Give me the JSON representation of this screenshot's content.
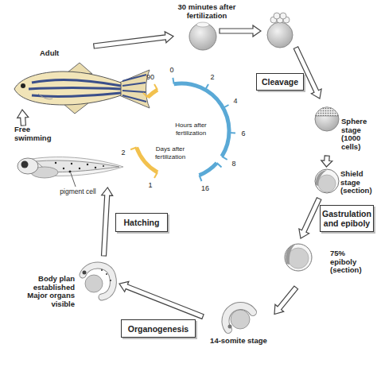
{
  "diagram": {
    "nodes": [
      {
        "text": [
          "Adult"
        ]
      },
      {
        "text": [
          "30 minutes after fertilization"
        ]
      },
      {
        "text": [
          "Cleavage"
        ]
      },
      {
        "text": [
          "Sphere stage (1000 cells)"
        ]
      },
      {
        "text": [
          "Shield stage (section)"
        ]
      },
      {
        "text": [
          "Gastrulation and epiboly"
        ]
      },
      {
        "text": [
          "75% epiboly (section)"
        ]
      },
      {
        "text": [
          "14-somite stage"
        ]
      },
      {
        "text": [
          "Organogenesis"
        ]
      },
      {
        "text": [
          "Body plan established Major organs visible"
        ]
      },
      {
        "text": [
          "Hatching"
        ]
      },
      {
        "text": [
          "Free swimming"
        ]
      }
    ],
    "edges": [
      {
        "from": 0,
        "to": 1,
        "arrow": "to"
      },
      {
        "from": 3,
        "to": 4,
        "arrow": "to"
      },
      {
        "from": 4,
        "to": 6,
        "arrow": "to"
      },
      {
        "from": 6,
        "to": 7,
        "arrow": "to"
      },
      {
        "from": 7,
        "to": 9,
        "arrow": "to"
      },
      {
        "from": 9,
        "to": 11,
        "arrow": "to"
      },
      {
        "from": 11,
        "to": 0,
        "arrow": "to"
      }
    ],
    "labels": [
      "pigment cell",
      "0",
      "2",
      "4",
      "6",
      "8",
      "16",
      "Hours after fertilization",
      "90",
      "2",
      "1",
      "Days after fertilization"
    ]
  }
}
